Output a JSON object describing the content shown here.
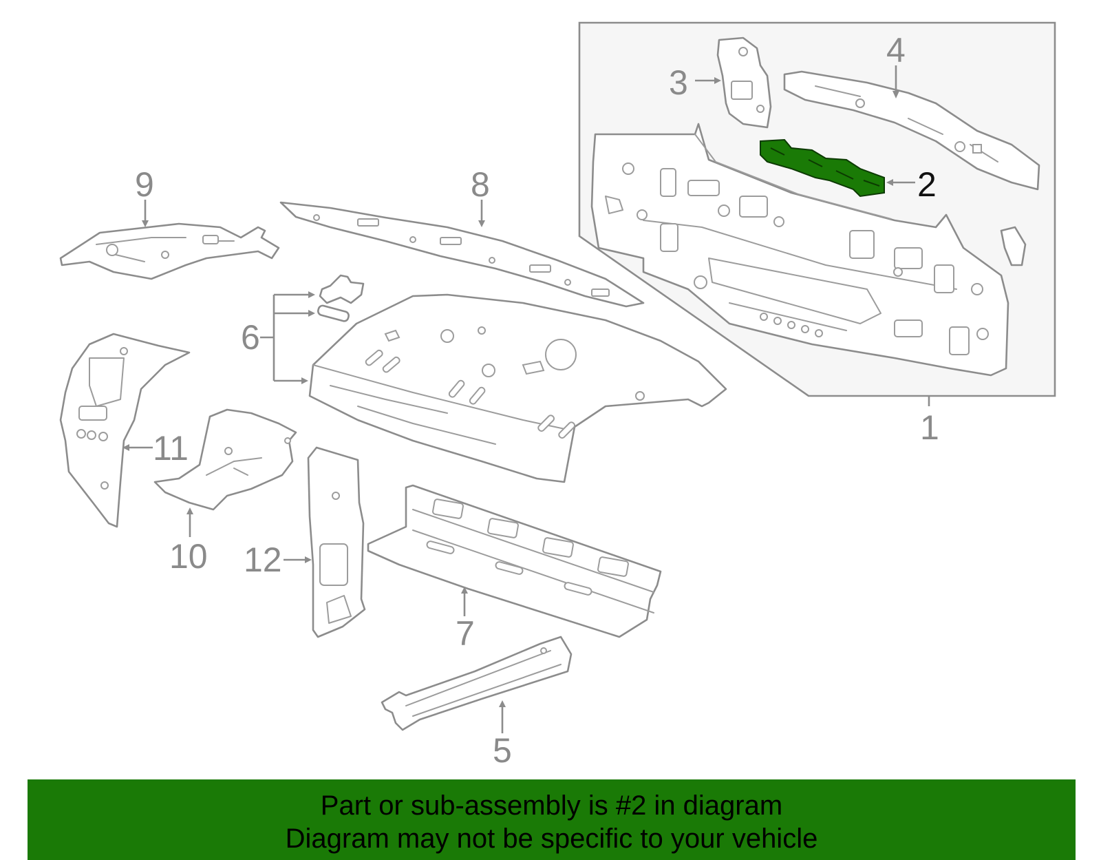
{
  "diagram": {
    "highlight_color": "#1a7a06",
    "line_color": "#8c8c8c",
    "inset_background": "#f6f6f6",
    "highlighted_part": "2",
    "callouts": [
      {
        "id": "c1",
        "label": "1"
      },
      {
        "id": "c2",
        "label": "2"
      },
      {
        "id": "c3",
        "label": "3"
      },
      {
        "id": "c4",
        "label": "4"
      },
      {
        "id": "c5",
        "label": "5"
      },
      {
        "id": "c6",
        "label": "6"
      },
      {
        "id": "c7",
        "label": "7"
      },
      {
        "id": "c8",
        "label": "8"
      },
      {
        "id": "c9",
        "label": "9"
      },
      {
        "id": "c10",
        "label": "10"
      },
      {
        "id": "c11",
        "label": "11"
      },
      {
        "id": "c12",
        "label": "12"
      }
    ]
  },
  "banner": {
    "line1": "Part or sub-assembly is #2 in diagram",
    "line2": "Diagram may not be specific to your vehicle",
    "background": "#1a7a06"
  }
}
